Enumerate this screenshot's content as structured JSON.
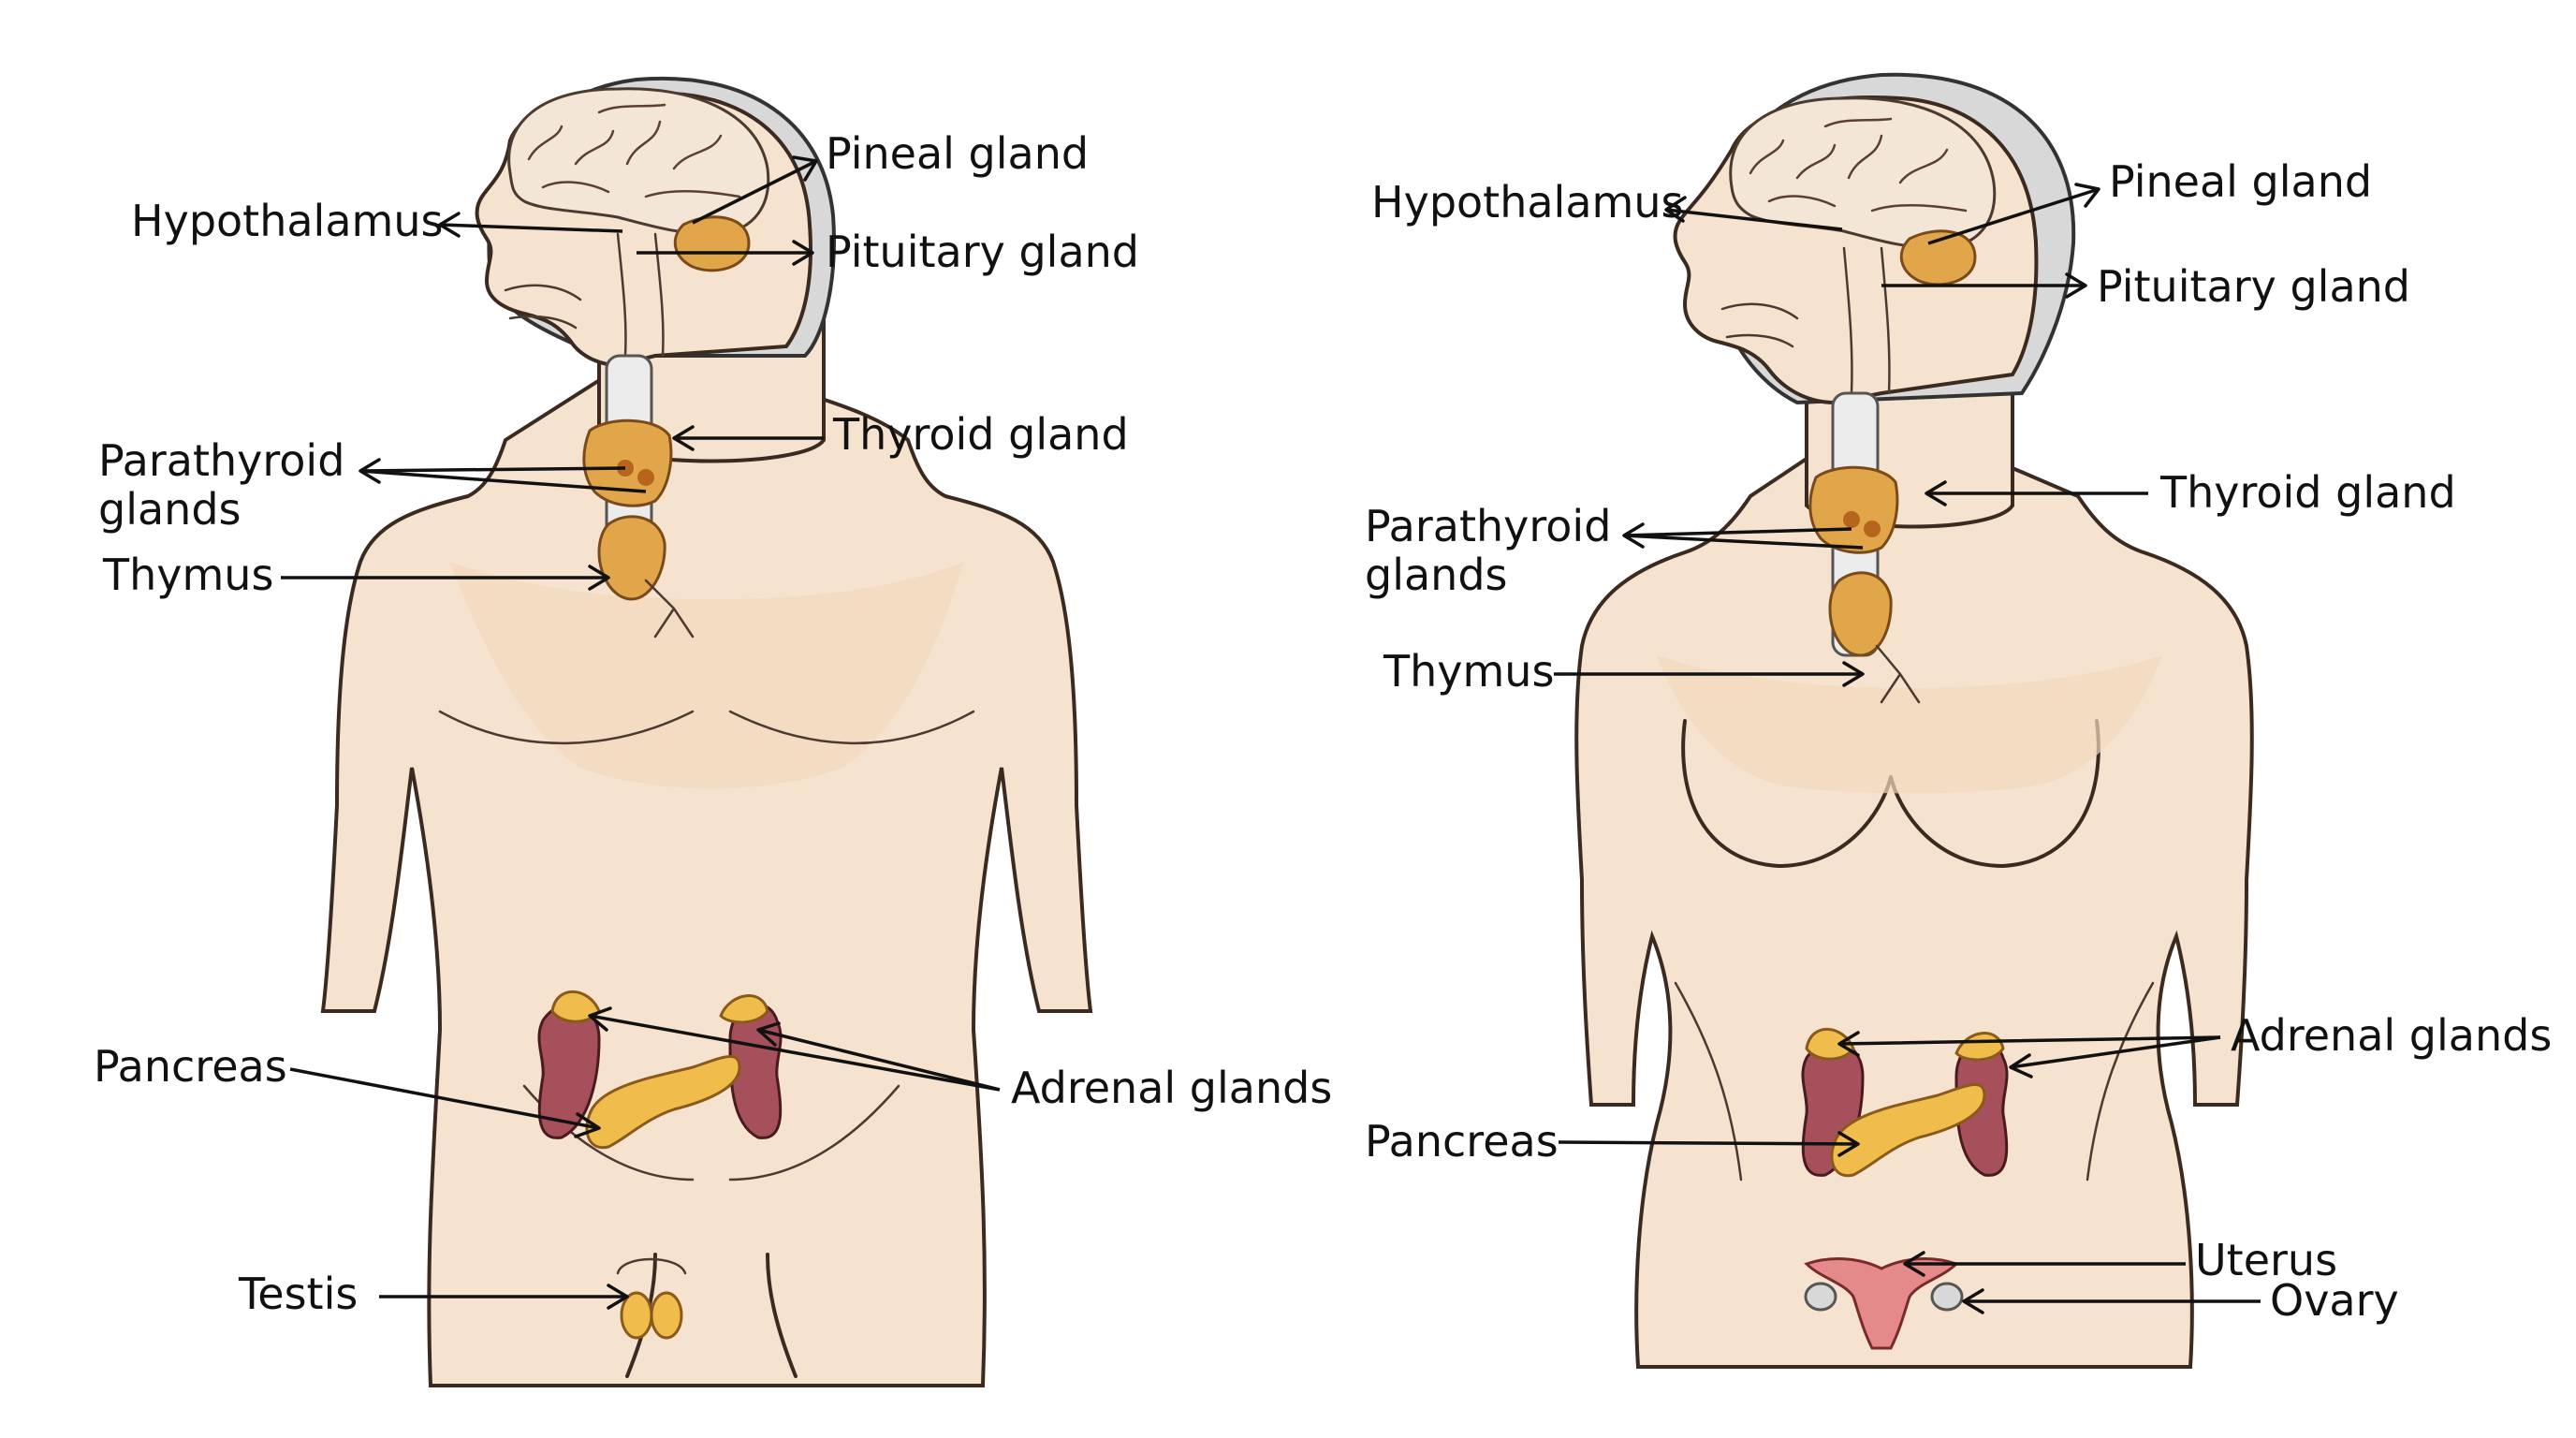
{
  "figures": {
    "male": {
      "labels": {
        "pineal": "Pineal gland",
        "hypothalamus": "Hypothalamus",
        "pituitary": "Pituitary gland",
        "thyroid": "Thyroid gland",
        "parathyroid_line1": "Parathyroid",
        "parathyroid_line2": "glands",
        "thymus": "Thymus",
        "pancreas": "Pancreas",
        "adrenal": "Adrenal glands",
        "testis": "Testis"
      }
    },
    "female": {
      "labels": {
        "hypothalamus": "Hypothalamus",
        "pineal": "Pineal gland",
        "pituitary": "Pituitary gland",
        "thyroid": "Thyroid gland",
        "parathyroid_line1": "Parathyroid",
        "parathyroid_line2": "glands",
        "thymus": "Thymus",
        "adrenal": "Adrenal glands",
        "pancreas": "Pancreas",
        "uterus": "Uterus",
        "ovary": "Ovary"
      }
    }
  },
  "colors": {
    "skin": "#f6e3cf",
    "gland": "#e2a64a",
    "kidney": "#a5505a",
    "uterus": "#e58a8a",
    "skull": "#d8d8d8"
  }
}
